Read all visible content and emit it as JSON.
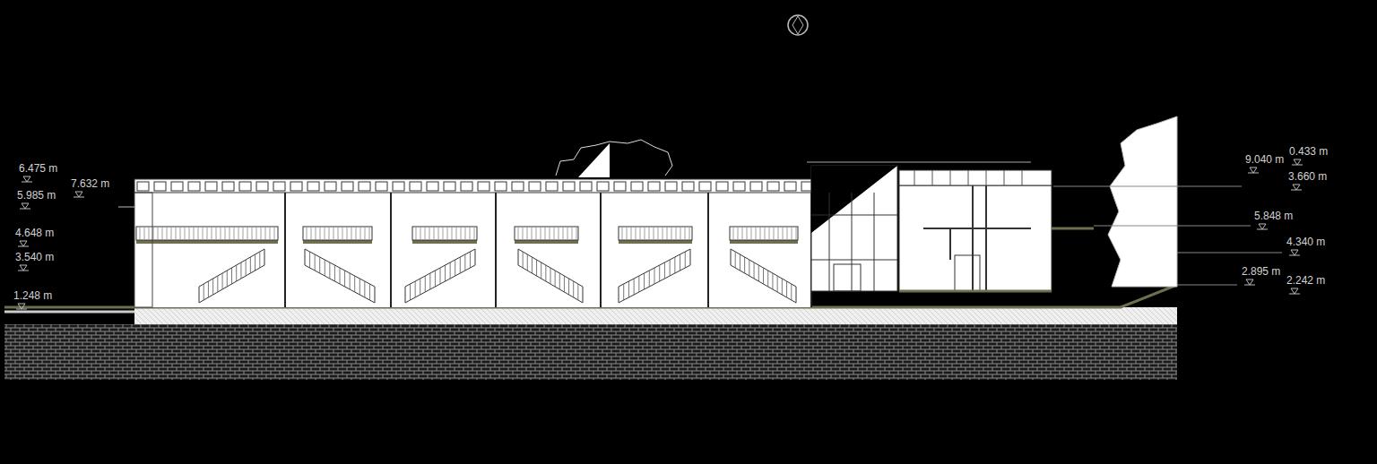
{
  "diagram": {
    "labels": [
      "6.475 m",
      "5.985 m",
      "7.632 m",
      "4.648 m",
      "3.540 m",
      "1.248 m",
      "9.040 m",
      "0.433 m",
      "3.660 m",
      "5.848 m",
      "4.340 m",
      "2.895 m",
      "2.242 m"
    ]
  }
}
